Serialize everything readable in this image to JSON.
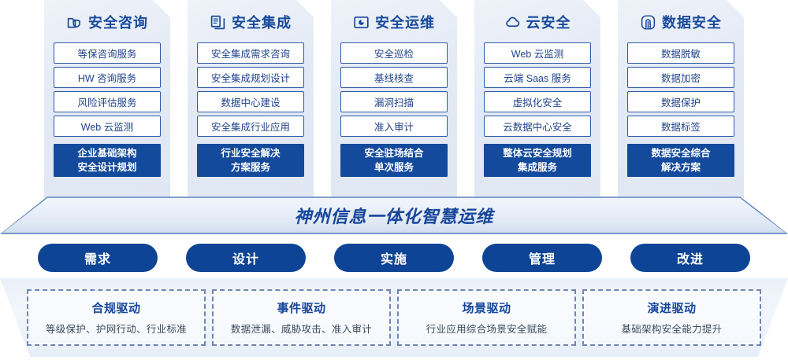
{
  "columns": [
    {
      "icon": "folder-shield-icon",
      "title": "安全咨询",
      "items": [
        "等保咨询服务",
        "HW 咨询服务",
        "风险评估服务",
        "Web 云监测"
      ],
      "highlight": "企业基础架构\n安全设计规划"
    },
    {
      "icon": "documents-copy-icon",
      "title": "安全集成",
      "items": [
        "安全集成需求咨询",
        "安全集成规划设计",
        "数据中心建设",
        "安全集成行业应用"
      ],
      "highlight": "行业安全解决\n方案服务"
    },
    {
      "icon": "folder-chart-icon",
      "title": "安全运维",
      "items": [
        "安全巡检",
        "基线核查",
        "漏洞扫描",
        "准入审计"
      ],
      "highlight": "安全驻场结合\n单次服务"
    },
    {
      "icon": "cloud-icon",
      "title": "云安全",
      "items": [
        "Web 云监测",
        "云端 Saas 服务",
        "虚拟化安全",
        "云数据中心安全"
      ],
      "highlight": "整体云安全规划\n集成服务"
    },
    {
      "icon": "fingerprint-icon",
      "title": "数据安全",
      "items": [
        "数据脱敏",
        "数据加密",
        "数据保护",
        "数据标签"
      ],
      "highlight": "数据安全综合\n解决方案"
    }
  ],
  "banner": {
    "title": "神州信息一体化智慧运维"
  },
  "pills": [
    {
      "label": "需求"
    },
    {
      "label": "设计"
    },
    {
      "label": "实施"
    },
    {
      "label": "管理"
    },
    {
      "label": "改进"
    }
  ],
  "drivers": [
    {
      "title": "合规驱动",
      "subtitle": "等级保护、护网行动、行业标准"
    },
    {
      "title": "事件驱动",
      "subtitle": "数据泄漏、威胁攻击、准入审计"
    },
    {
      "title": "场景驱动",
      "subtitle": "行业应用综合场景安全赋能"
    },
    {
      "title": "演进驱动",
      "subtitle": "基础架构安全能力提升"
    }
  ],
  "colors": {
    "primary_blue": "#134a9c",
    "title_blue": "#184a9c",
    "pill_blue": "#0e4495",
    "card_border": "#2e5aa8",
    "dashed_border": "#6f86b5"
  }
}
